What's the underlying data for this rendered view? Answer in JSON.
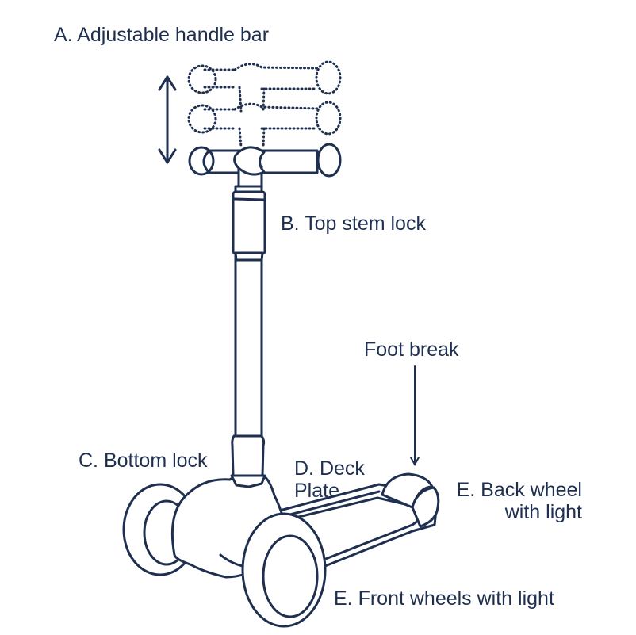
{
  "diagram": {
    "subject": "Kick scooter with labeled parts",
    "line_color": "#1e2f4f",
    "labels": {
      "handle_bar": "A. Adjustable handle bar",
      "top_stem_lock": "B. Top stem lock",
      "foot_break": "Foot break",
      "bottom_lock": "C. Bottom lock",
      "deck_plate_line1": "D. Deck",
      "deck_plate_line2": "Plate",
      "back_wheel_line1": "E. Back wheel",
      "back_wheel_line2": "with light",
      "front_wheels": "E. Front wheels with light"
    }
  }
}
